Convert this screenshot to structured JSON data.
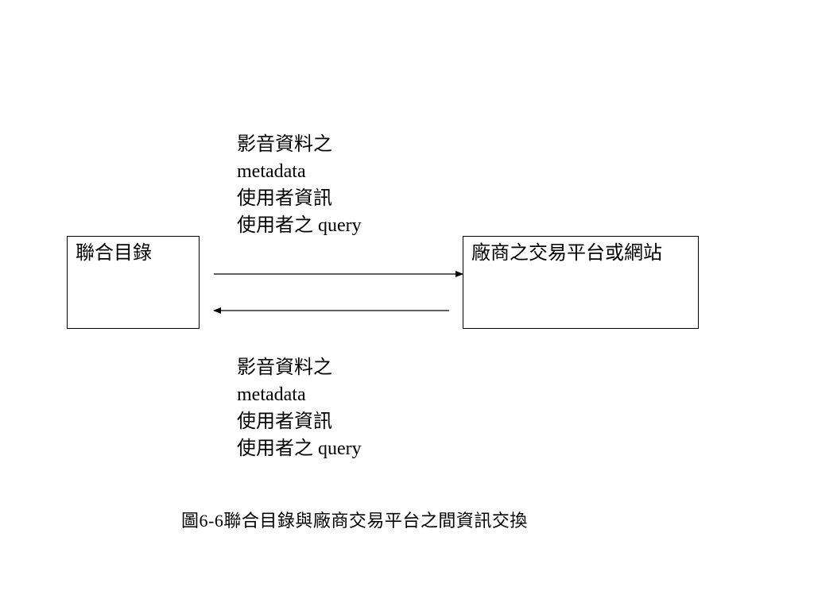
{
  "diagram": {
    "left_box": {
      "label": "聯合目錄"
    },
    "right_box": {
      "label": "廠商之交易平台或網站"
    },
    "top_label": {
      "lines": [
        "影音資料之",
        "metadata",
        "使用者資訊",
        "使用者之 query"
      ]
    },
    "bottom_label": {
      "lines": [
        "影音資料之",
        "metadata",
        "使用者資訊",
        "使用者之 query"
      ]
    }
  },
  "caption": "圖6-6聯合目錄與廠商交易平台之間資訊交換"
}
